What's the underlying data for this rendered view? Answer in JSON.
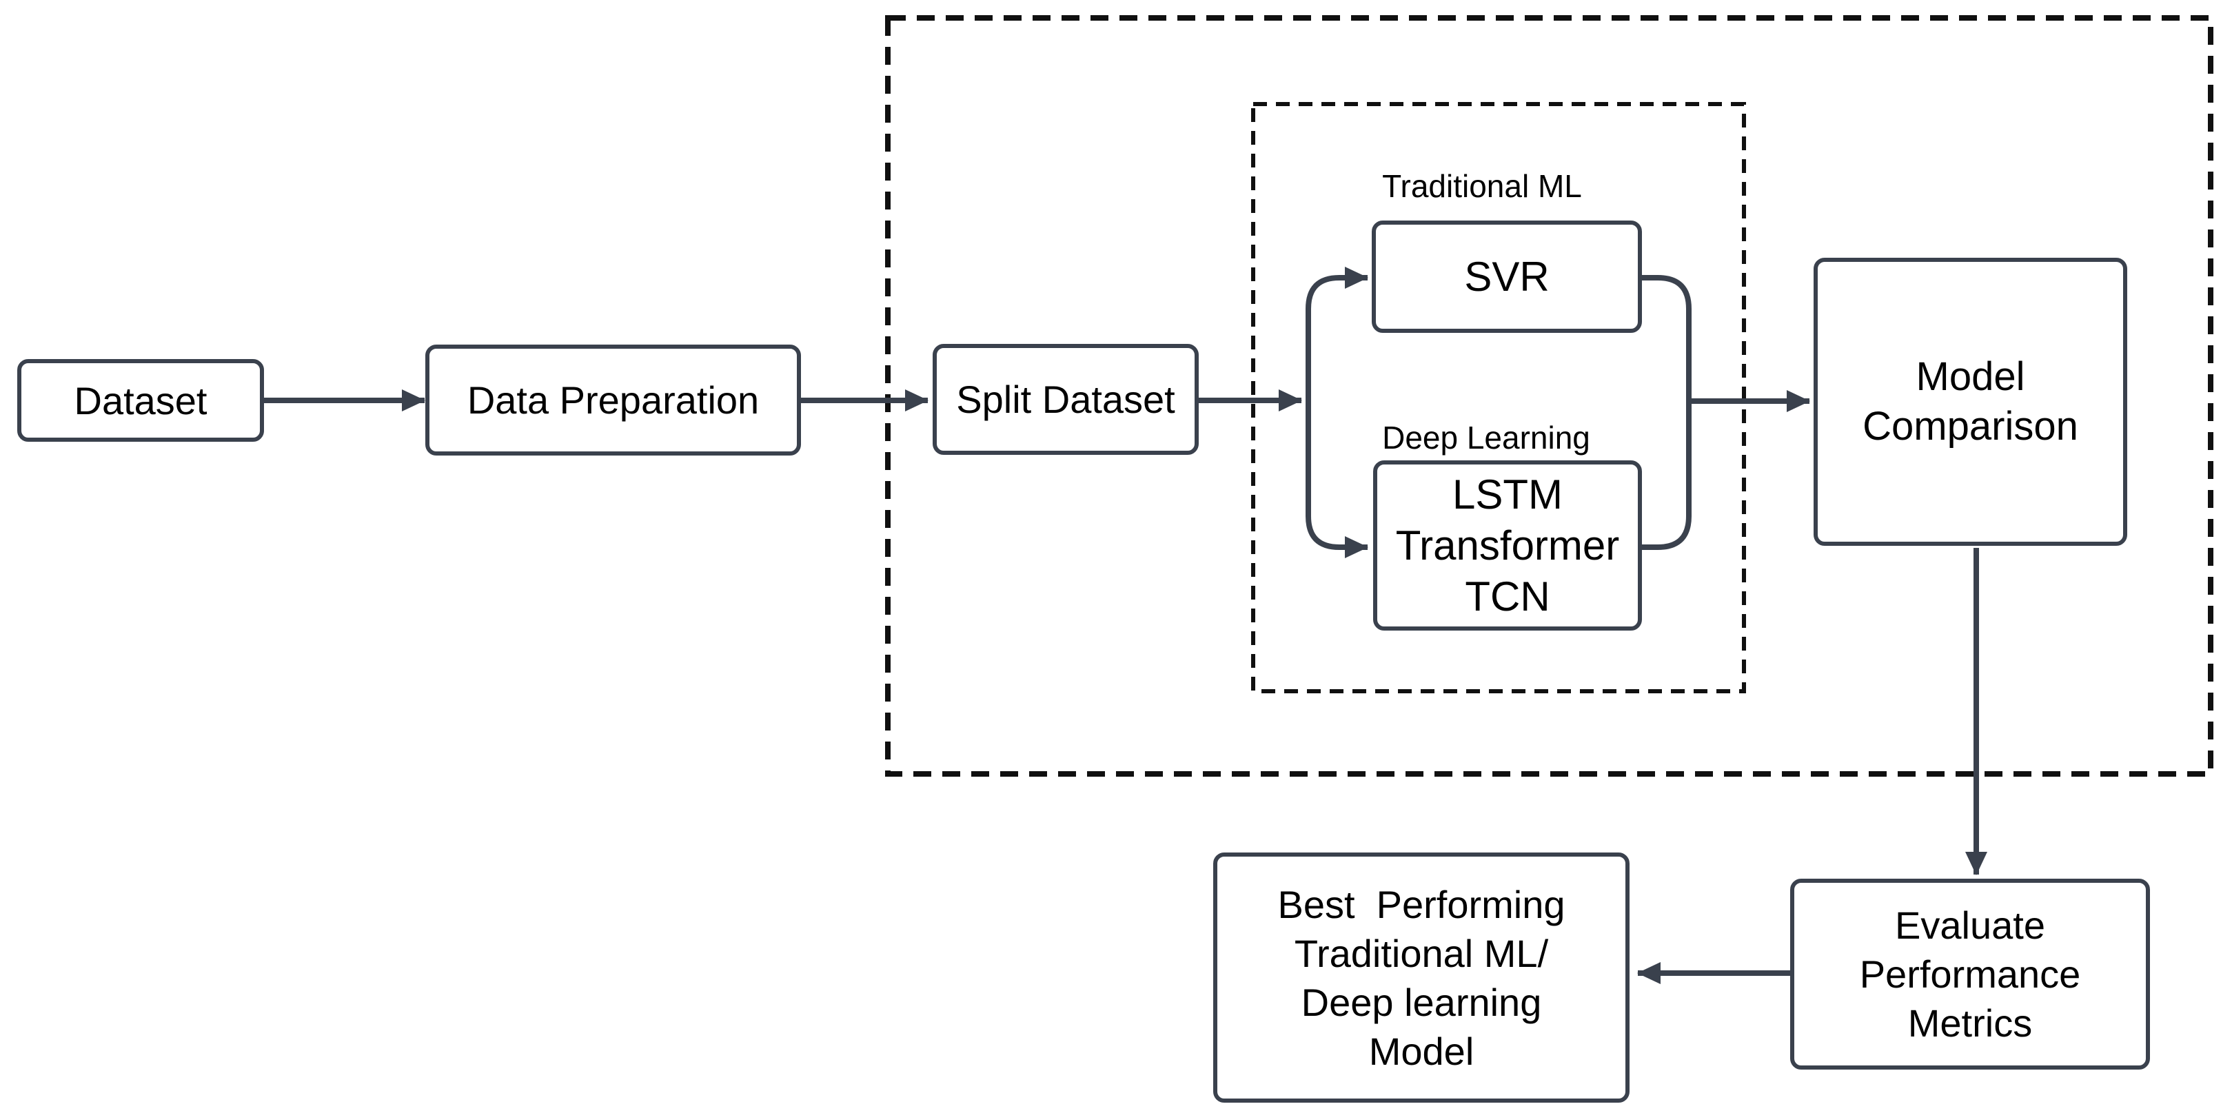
{
  "diagram": {
    "type": "flowchart",
    "background": "#ffffff",
    "colors": {
      "node_stroke": "#3a414d",
      "node_fill": "#ffffff",
      "connector": "#3a414d",
      "dashed_border": "#101010",
      "text": "#000000"
    },
    "nodes": {
      "dataset": {
        "label": "Dataset"
      },
      "data_preparation": {
        "label": "Data Preparation"
      },
      "split_dataset": {
        "label": "Split Dataset"
      },
      "svr": {
        "label": "SVR"
      },
      "deep_models": {
        "lines": [
          "LSTM",
          "Transformer",
          "TCN"
        ]
      },
      "model_comparison": {
        "lines": [
          "Model",
          "Comparison"
        ]
      },
      "evaluate_metrics": {
        "lines": [
          "Evaluate",
          "Performance",
          "Metrics"
        ]
      },
      "best_model": {
        "lines": [
          "Best  Performing",
          "Traditional ML/",
          "Deep learning",
          "Model"
        ]
      }
    },
    "group_labels": {
      "traditional_ml": "Traditional ML",
      "deep_learning": "Deep Learning"
    },
    "flow": [
      "Dataset -> Data Preparation",
      "Data Preparation -> Split Dataset",
      "Split Dataset -> SVR",
      "Split Dataset -> LSTM/Transformer/TCN",
      "SVR -> Model Comparison",
      "LSTM/Transformer/TCN -> Model Comparison",
      "Model Comparison -> Evaluate Performance Metrics",
      "Evaluate Performance Metrics -> Best Performing Traditional ML/Deep learning Model"
    ]
  }
}
